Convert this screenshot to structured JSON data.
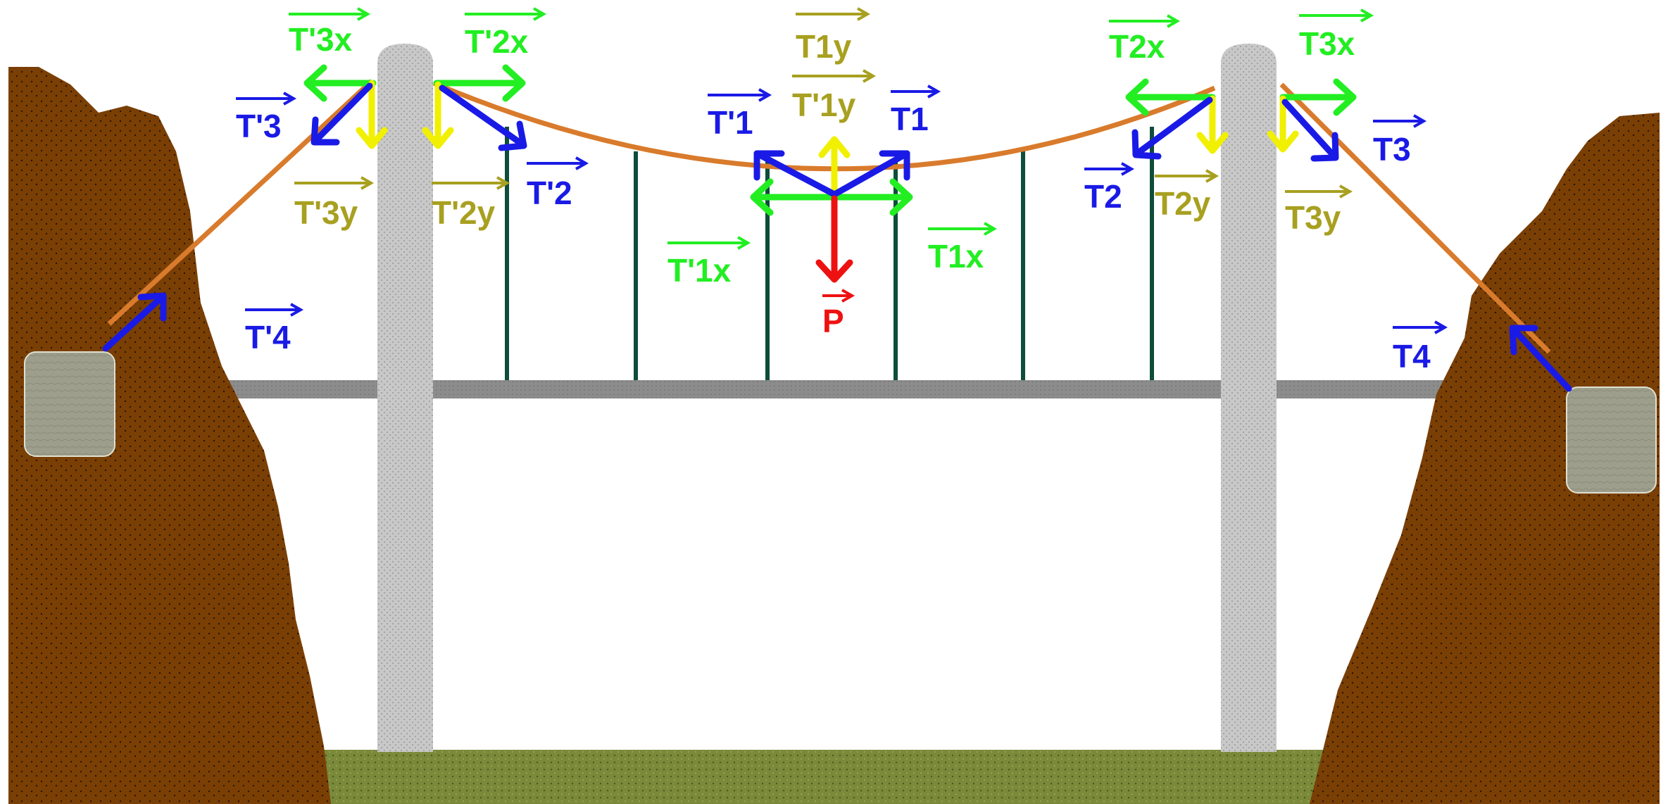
{
  "colors": {
    "rock": "#7a3f05",
    "pylon": "#c8c8c8",
    "cable": "#d97b2c",
    "hanger": "#0e4d3c",
    "deck": "#8c8c8c",
    "ground": "#7a8a3a",
    "anchor": "#9e9e8c",
    "tension_arrow": "#1a1ae6",
    "horizontal_component": "#22ee22",
    "vertical_component": "#f0f000",
    "vertical_label": "#a8a020",
    "weight": "#ee1111"
  },
  "labels": {
    "t3x_prime": "T'3x",
    "t2x_prime": "T'2x",
    "t3_prime": "T'3",
    "t3y_prime": "T'3y",
    "t2y_prime": "T'2y",
    "t2_prime": "T'2",
    "t4_prime": "T'4",
    "t1y": "T1y",
    "t1y_prime": "T'1y",
    "t1_prime": "T'1",
    "t1": "T1",
    "t1x_prime": "T'1x",
    "t1x": "T1x",
    "p": "P",
    "t2x": "T2x",
    "t3x": "T3x",
    "t3": "T3",
    "t2": "T2",
    "t2y": "T2y",
    "t3y": "T3y",
    "t4": "T4"
  }
}
